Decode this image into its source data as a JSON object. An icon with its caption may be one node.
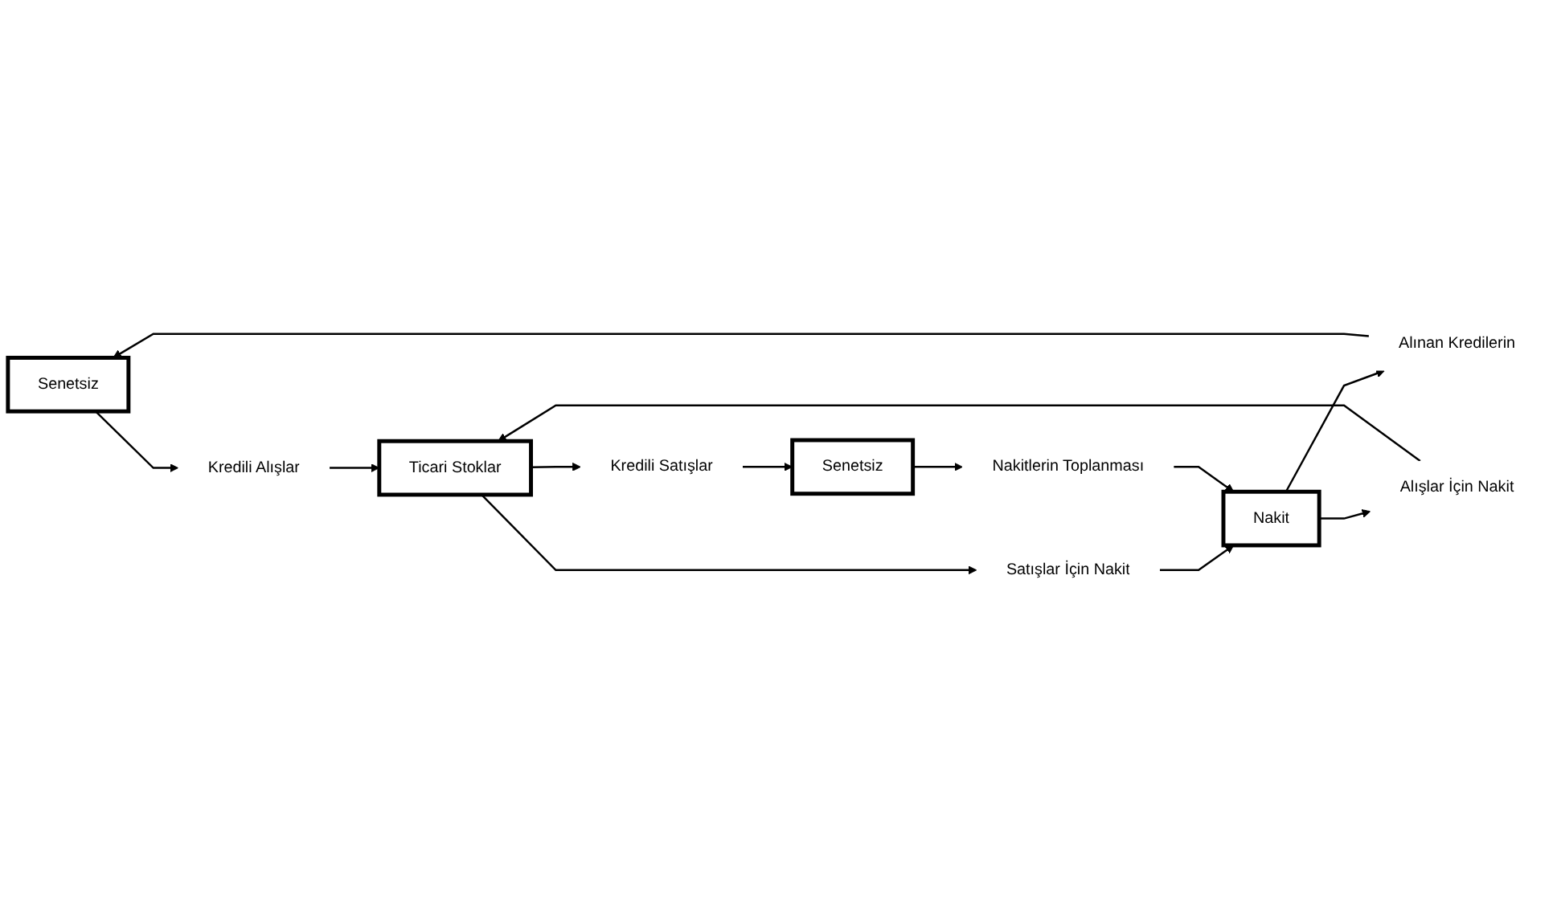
{
  "diagram": {
    "nodes": [
      {
        "text": [
          "Senetsiz"
        ]
      },
      {
        "text": [
          "Alınan Kredilerin"
        ]
      },
      {
        "text": [
          "Kredili Alışlar"
        ]
      },
      {
        "text": [
          "Nakit"
        ]
      },
      {
        "text": [
          "Alışlar İçin Nakit"
        ]
      },
      {
        "text": [
          "Ticari Stoklar"
        ]
      },
      {
        "text": [
          "Satışlar İçin Nakit"
        ]
      },
      {
        "text": [
          "Nakitlerin Toplanması"
        ]
      },
      {
        "text": [
          "Kredili Satışlar"
        ]
      },
      {
        "text": [
          "Senetsiz"
        ]
      }
    ],
    "edges": [
      {
        "from": 3,
        "to": 1,
        "arrow": "to"
      },
      {
        "from": 1,
        "to": 0,
        "arrow": "to"
      },
      {
        "from": 0,
        "to": 2,
        "arrow": "to"
      },
      {
        "from": 2,
        "to": 5,
        "arrow": "to"
      },
      {
        "from": 3,
        "to": 4,
        "arrow": "to"
      },
      {
        "from": 4,
        "to": 5,
        "arrow": "to"
      },
      {
        "from": 5,
        "to": 6,
        "arrow": "to"
      },
      {
        "from": 6,
        "to": 3,
        "arrow": "to"
      },
      {
        "from": 5,
        "to": 8,
        "arrow": "to"
      },
      {
        "from": 8,
        "to": 9,
        "arrow": "to"
      },
      {
        "from": 9,
        "to": 7,
        "arrow": "to"
      },
      {
        "from": 7,
        "to": 3,
        "arrow": "to"
      }
    ]
  }
}
